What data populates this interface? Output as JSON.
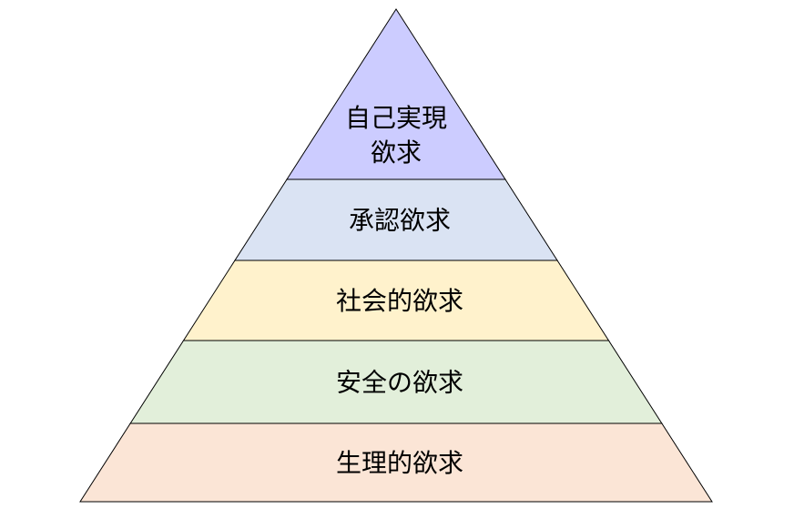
{
  "diagram": {
    "type": "pyramid",
    "levels": [
      {
        "name": "self-actualization",
        "lines": [
          "自己実現",
          "欲求"
        ],
        "color": "#ccccff"
      },
      {
        "name": "esteem",
        "lines": [
          "承認欲求"
        ],
        "color": "#dae3f3"
      },
      {
        "name": "social",
        "lines": [
          "社会的欲求"
        ],
        "color": "#fff2cc"
      },
      {
        "name": "safety",
        "lines": [
          "安全の欲求"
        ],
        "color": "#e2efda"
      },
      {
        "name": "physiological",
        "lines": [
          "生理的欲求"
        ],
        "color": "#fbe5d6"
      }
    ],
    "outline_color": "#000000"
  }
}
